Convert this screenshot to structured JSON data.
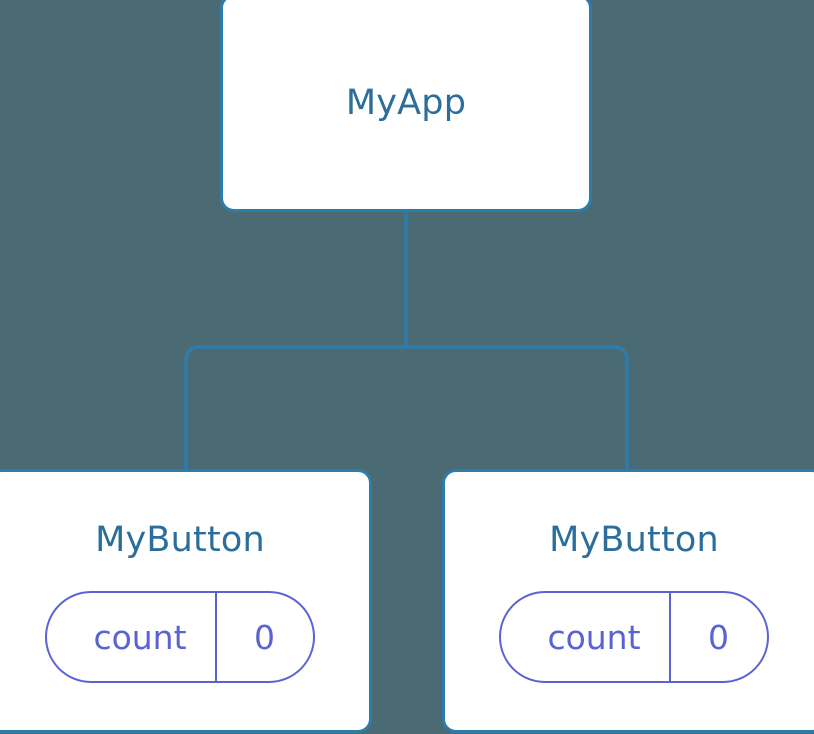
{
  "diagram": {
    "type": "component-tree",
    "background_color": "#4b6b74",
    "node_border_color": "#2e7cab",
    "node_text_color": "#2c6e9b",
    "state_color": "#5b63d3",
    "connector_color": "#2e7cab"
  },
  "root": {
    "label": "MyApp"
  },
  "children": [
    {
      "label": "MyButton",
      "state": {
        "key": "count",
        "value": "0"
      }
    },
    {
      "label": "MyButton",
      "state": {
        "key": "count",
        "value": "0"
      }
    }
  ]
}
